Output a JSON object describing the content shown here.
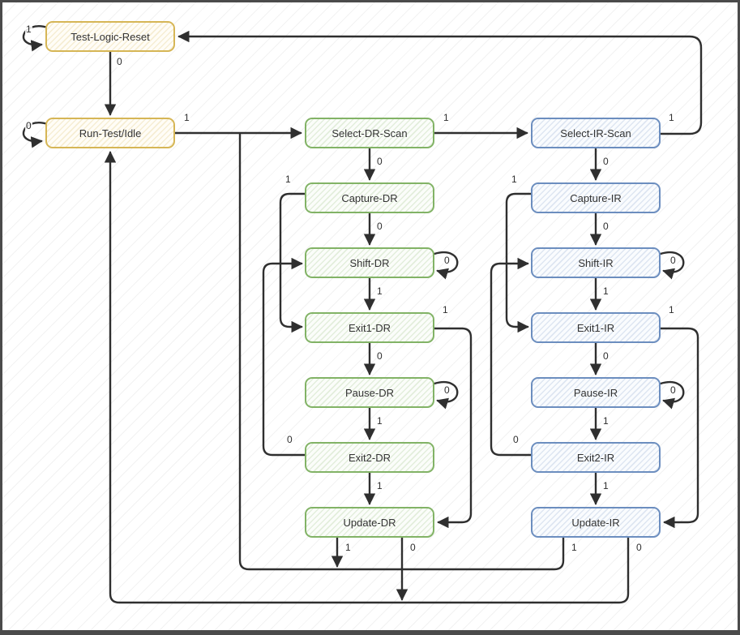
{
  "diagram_type": "state-machine",
  "colors": {
    "reset_states_stroke": "#d6b656",
    "dr_states_stroke": "#82b366",
    "ir_states_stroke": "#6c8ebf",
    "edge_stroke": "#2f2f2f",
    "background_hatch": "#ececec",
    "frame": "#4b4b4b"
  },
  "states": [
    {
      "label": "Test-Logic-Reset",
      "group": "yellow"
    },
    {
      "label": "Run-Test/Idle",
      "group": "yellow"
    },
    {
      "label": "Select-DR-Scan",
      "group": "green"
    },
    {
      "label": "Capture-DR",
      "group": "green"
    },
    {
      "label": "Shift-DR",
      "group": "green"
    },
    {
      "label": "Exit1-DR",
      "group": "green"
    },
    {
      "label": "Pause-DR",
      "group": "green"
    },
    {
      "label": "Exit2-DR",
      "group": "green"
    },
    {
      "label": "Update-DR",
      "group": "green"
    },
    {
      "label": "Select-IR-Scan",
      "group": "blue"
    },
    {
      "label": "Capture-IR",
      "group": "blue"
    },
    {
      "label": "Shift-IR",
      "group": "blue"
    },
    {
      "label": "Exit1-IR",
      "group": "blue"
    },
    {
      "label": "Pause-IR",
      "group": "blue"
    },
    {
      "label": "Exit2-IR",
      "group": "blue"
    },
    {
      "label": "Update-IR",
      "group": "blue"
    }
  ],
  "transitions": [
    {
      "from": "Test-Logic-Reset",
      "to": "Test-Logic-Reset",
      "tms": "1"
    },
    {
      "from": "Test-Logic-Reset",
      "to": "Run-Test/Idle",
      "tms": "0"
    },
    {
      "from": "Run-Test/Idle",
      "to": "Run-Test/Idle",
      "tms": "0"
    },
    {
      "from": "Run-Test/Idle",
      "to": "Select-DR-Scan",
      "tms": "1"
    },
    {
      "from": "Select-DR-Scan",
      "to": "Select-IR-Scan",
      "tms": "1"
    },
    {
      "from": "Select-IR-Scan",
      "to": "Test-Logic-Reset",
      "tms": "1"
    },
    {
      "from": "Select-DR-Scan",
      "to": "Capture-DR",
      "tms": "0"
    },
    {
      "from": "Capture-DR",
      "to": "Exit1-DR",
      "tms": "1"
    },
    {
      "from": "Capture-DR",
      "to": "Shift-DR",
      "tms": "0"
    },
    {
      "from": "Shift-DR",
      "to": "Shift-DR",
      "tms": "0"
    },
    {
      "from": "Shift-DR",
      "to": "Exit1-DR",
      "tms": "1"
    },
    {
      "from": "Exit1-DR",
      "to": "Update-DR",
      "tms": "1"
    },
    {
      "from": "Exit1-DR",
      "to": "Pause-DR",
      "tms": "0"
    },
    {
      "from": "Pause-DR",
      "to": "Pause-DR",
      "tms": "0"
    },
    {
      "from": "Pause-DR",
      "to": "Exit2-DR",
      "tms": "1"
    },
    {
      "from": "Exit2-DR",
      "to": "Shift-DR",
      "tms": "0"
    },
    {
      "from": "Exit2-DR",
      "to": "Update-DR",
      "tms": "1"
    },
    {
      "from": "Update-DR",
      "to": "Select-DR-Scan",
      "tms": "1"
    },
    {
      "from": "Update-DR",
      "to": "Run-Test/Idle",
      "tms": "0"
    },
    {
      "from": "Select-IR-Scan",
      "to": "Capture-IR",
      "tms": "0"
    },
    {
      "from": "Capture-IR",
      "to": "Exit1-IR",
      "tms": "1"
    },
    {
      "from": "Capture-IR",
      "to": "Shift-IR",
      "tms": "0"
    },
    {
      "from": "Shift-IR",
      "to": "Shift-IR",
      "tms": "0"
    },
    {
      "from": "Shift-IR",
      "to": "Exit1-IR",
      "tms": "1"
    },
    {
      "from": "Exit1-IR",
      "to": "Update-IR",
      "tms": "1"
    },
    {
      "from": "Exit1-IR",
      "to": "Pause-IR",
      "tms": "0"
    },
    {
      "from": "Pause-IR",
      "to": "Pause-IR",
      "tms": "0"
    },
    {
      "from": "Pause-IR",
      "to": "Exit2-IR",
      "tms": "1"
    },
    {
      "from": "Exit2-IR",
      "to": "Shift-IR",
      "tms": "0"
    },
    {
      "from": "Exit2-IR",
      "to": "Update-IR",
      "tms": "1"
    },
    {
      "from": "Update-IR",
      "to": "Select-DR-Scan",
      "tms": "1"
    },
    {
      "from": "Update-IR",
      "to": "Run-Test/Idle",
      "tms": "0"
    }
  ]
}
